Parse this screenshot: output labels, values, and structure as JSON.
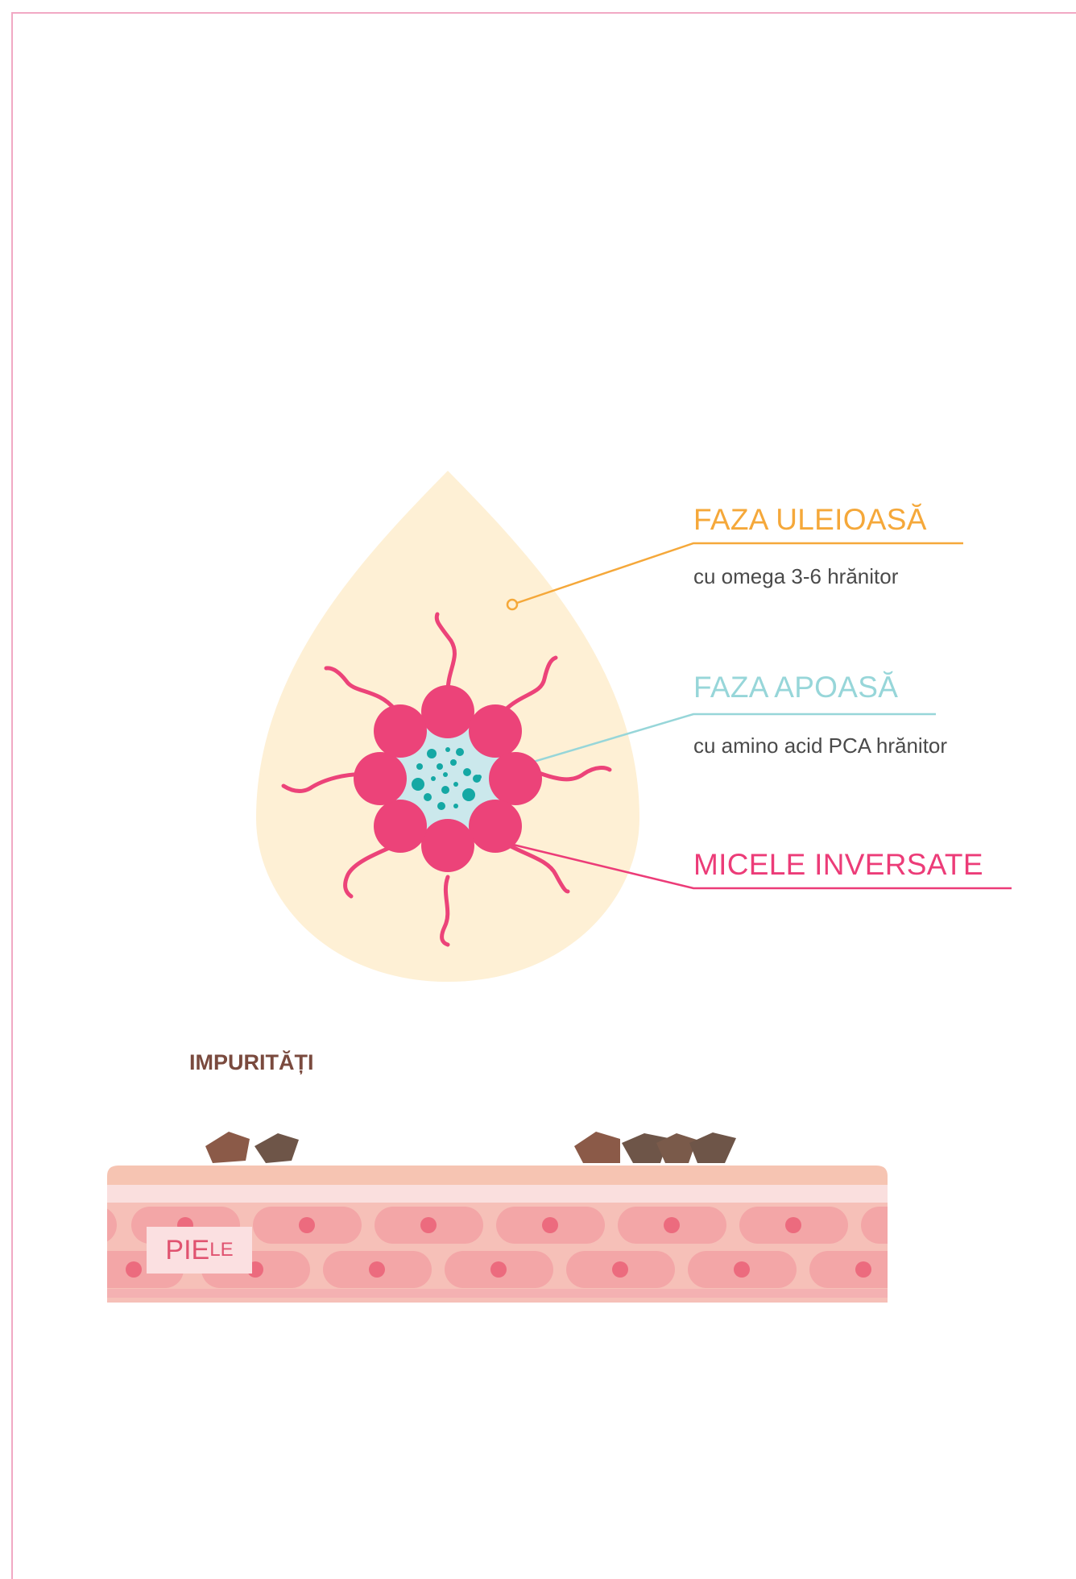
{
  "labels": {
    "oil_phase": {
      "title": "FAZA ULEIOASĂ",
      "subtitle": "cu omega 3-6 hrănitor"
    },
    "aqueous_phase": {
      "title": "FAZA APOASĂ",
      "subtitle": "cu amino acid PCA hrănitor"
    },
    "micelles": {
      "title": "MICELE INVERSATE"
    },
    "impurities": "IMPURITĂȚI",
    "skin": {
      "first": "PIE",
      "rest": "LE"
    }
  },
  "colors": {
    "frame": "#f1a9c4",
    "drop": "#fef0d5",
    "oil": "#f5a83a",
    "aqueous": "#97d6d9",
    "micelle": "#ec4379",
    "core_dots": "#14a8a4",
    "impurity": "#7e5b4a",
    "skin_top": "#f6c4b2",
    "skin_cell": "#f3a6a7",
    "skin_dot": "#ec6b7e"
  }
}
